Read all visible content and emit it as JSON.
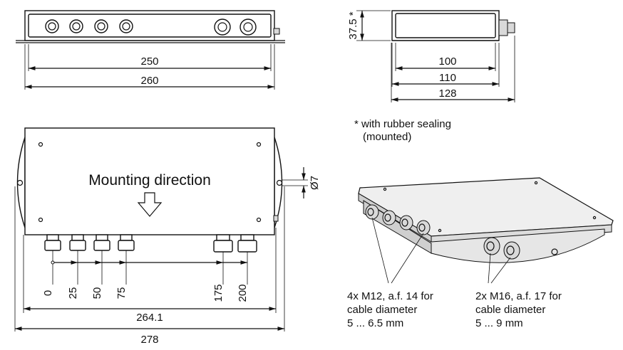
{
  "side_view": {
    "dim_inner": "250",
    "dim_outer": "260"
  },
  "end_view": {
    "height": "37.5 *",
    "d1": "100",
    "d2": "110",
    "d3": "128"
  },
  "note": {
    "line1": "* with rubber sealing",
    "line2": "(mounted)"
  },
  "top_view": {
    "mounting_label": "Mounting direction",
    "hole_dim": "Ø7",
    "positions": [
      "0",
      "25",
      "50",
      "75",
      "175",
      "200"
    ],
    "dim_inner": "264.1",
    "dim_outer": "278"
  },
  "callouts": {
    "m12": {
      "line1": "4x M12, a.f. 14 for",
      "line2": "cable diameter",
      "line3": "5 ... 6.5 mm"
    },
    "m16": {
      "line1": "2x M16, a.f. 17 for",
      "line2": "cable diameter",
      "line3": "5 ... 9 mm"
    }
  }
}
